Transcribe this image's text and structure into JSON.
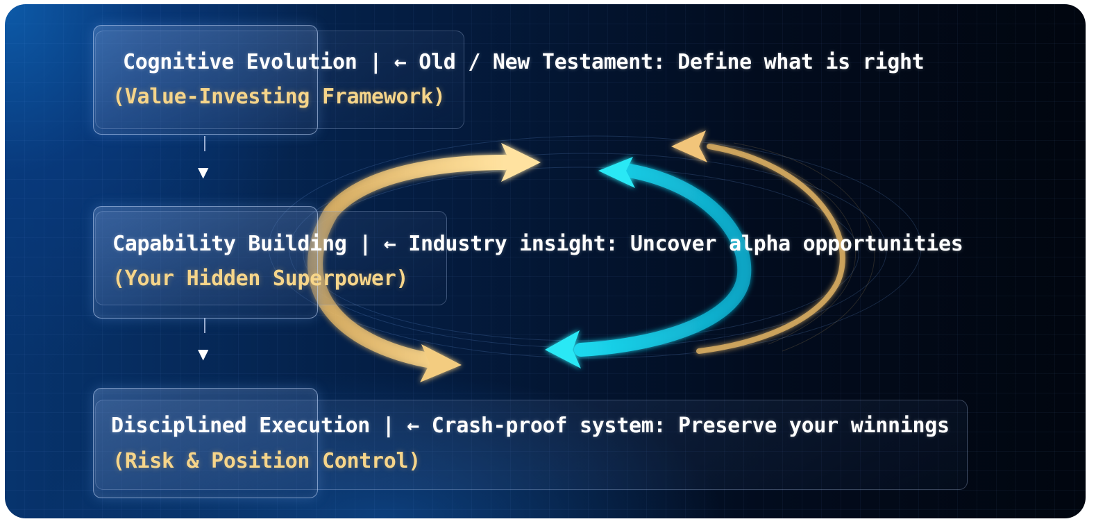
{
  "steps": [
    {
      "line1": "Cognitive Evolution | ← Old / New Testament: Define what is right",
      "line2": "(Value-Investing Framework)"
    },
    {
      "line1": "Capability Building | ← Industry insight: Uncover alpha opportunities",
      "line2": "(Your Hidden Superpower)"
    },
    {
      "line1": "Disciplined Execution | ← Crash-proof system: Preserve your winnings",
      "line2": "(Risk & Position Control)"
    }
  ],
  "colors": {
    "gold": "#f6d58a",
    "cyan": "#22e6f0",
    "text": "#ffffff"
  }
}
